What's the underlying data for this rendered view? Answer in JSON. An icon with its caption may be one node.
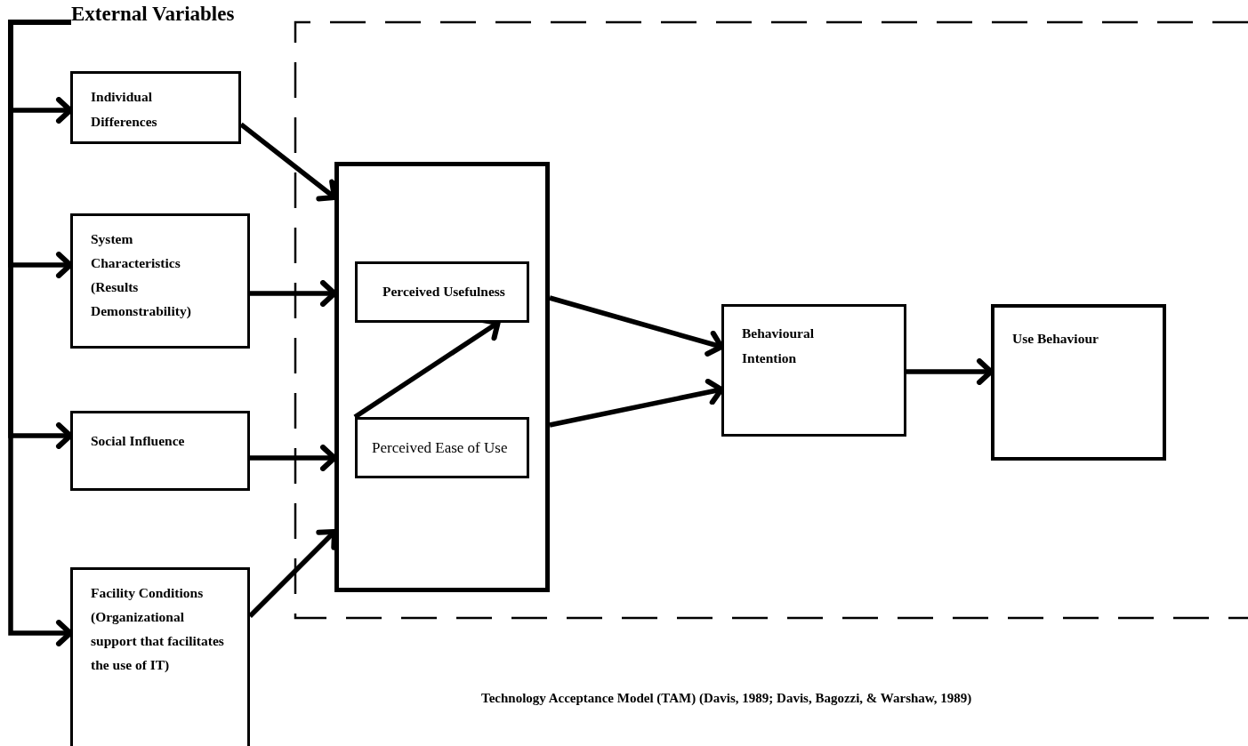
{
  "diagram": {
    "caption": "Technology Acceptance Model (TAM) (Davis, 1989; Davis, Bagozzi, & Warshaw, 1989)",
    "nodes": [
      {
        "text": [
          "External Variables"
        ]
      },
      {
        "text": [
          "Individual Differences"
        ]
      },
      {
        "text": [
          "System Characteristics (Results Demonstrability)"
        ]
      },
      {
        "text": [
          "Social Influence"
        ]
      },
      {
        "text": [
          "Facility Conditions (Organizational support that facilitates the use of IT)"
        ]
      },
      {
        "text": [],
        "shape": "box"
      },
      {
        "text": [
          "Perceived Usefulness"
        ],
        "in": 5
      },
      {
        "text": [
          "Perceived Ease of Use"
        ],
        "in": 5
      },
      {
        "text": [
          "Behavioural Intention"
        ]
      },
      {
        "text": [
          "Use Behaviour"
        ]
      }
    ],
    "edges": [
      {
        "from": 0,
        "to": 1,
        "arrow": "to"
      },
      {
        "from": 0,
        "to": 2,
        "arrow": "to"
      },
      {
        "from": 0,
        "to": 3,
        "arrow": "to"
      },
      {
        "from": 0,
        "to": 4,
        "arrow": "to"
      },
      {
        "from": 1,
        "to": 5,
        "arrow": "to"
      },
      {
        "from": 2,
        "to": 5,
        "arrow": "to"
      },
      {
        "from": 3,
        "to": 5,
        "arrow": "to"
      },
      {
        "from": 4,
        "to": 5,
        "arrow": "to"
      },
      {
        "from": 7,
        "to": 6,
        "arrow": "to"
      },
      {
        "from": 5,
        "to": 8,
        "arrow": "to"
      },
      {
        "from": 5,
        "to": 8,
        "arrow": "to"
      },
      {
        "from": 8,
        "to": 9,
        "arrow": "to"
      }
    ]
  }
}
